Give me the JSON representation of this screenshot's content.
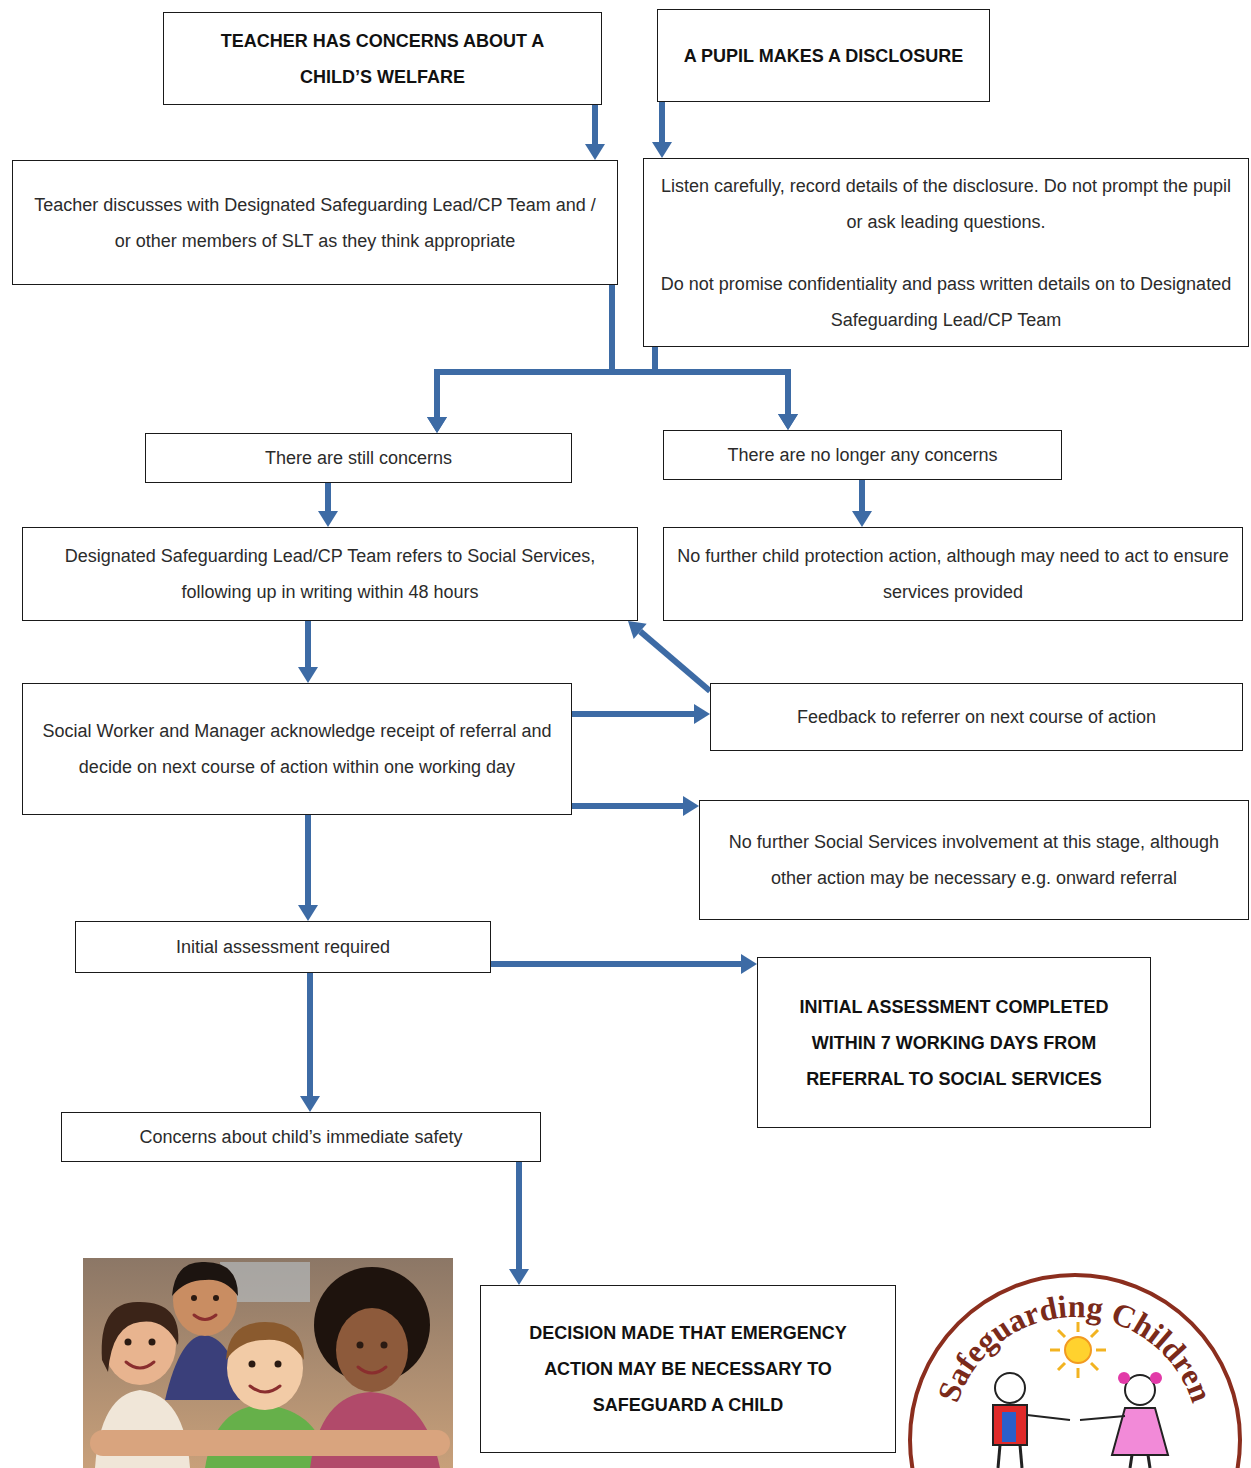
{
  "diagram": {
    "nodes": [
      {
        "text": [
          "TEACHER HAS CONCERNS ABOUT A CHILD’S WELFARE"
        ]
      },
      {
        "text": [
          "A PUPIL MAKES A DISCLOSURE"
        ]
      },
      {
        "text": [
          "Teacher discusses with Designated Safeguarding Lead/CP Team and / or other members of SLT as they think appropriate"
        ]
      },
      {
        "text": [
          "Listen carefully, record details of the disclosure. Do not prompt the pupil or ask leading questions.",
          "Do not promise confidentiality and pass written details on to Designated Safeguarding Lead/CP Team"
        ]
      },
      {
        "text": [
          "There are still concerns"
        ]
      },
      {
        "text": [
          "There are no longer any concerns"
        ]
      },
      {
        "text": [
          "Designated Safeguarding Lead/CP Team refers to Social Services, following up in writing within 48 hours"
        ]
      },
      {
        "text": [
          "No further child protection action, although may need to act to ensure services provided"
        ]
      },
      {
        "text": [
          "Social Worker and Manager acknowledge receipt of referral and decide on next course of action within one working day"
        ]
      },
      {
        "text": [
          "Feedback to referrer on next course of action"
        ]
      },
      {
        "text": [
          "No further Social Services involvement at this stage, although other action may be necessary e.g. onward referral"
        ]
      },
      {
        "text": [
          "Initial assessment required"
        ]
      },
      {
        "text": [
          "INITIAL ASSESSMENT COMPLETED WITHIN 7 WORKING DAYS FROM REFERRAL TO SOCIAL SERVICES"
        ]
      },
      {
        "text": [
          "Concerns about child’s immediate safety"
        ]
      },
      {
        "text": [
          "DECISION MADE THAT EMERGENCY ACTION MAY BE NECESSARY TO SAFEGUARD A CHILD"
        ]
      }
    ],
    "edges": [
      {
        "from": 0,
        "to": 2,
        "arrow": "to"
      },
      {
        "from": 1,
        "to": 3,
        "arrow": "to"
      },
      {
        "from": 2,
        "to": 4,
        "arrow": "to"
      },
      {
        "from": 2,
        "to": 5,
        "arrow": "to"
      },
      {
        "from": 3,
        "to": 4,
        "arrow": "to"
      },
      {
        "from": 3,
        "to": 5,
        "arrow": "to"
      },
      {
        "from": 4,
        "to": 6,
        "arrow": "to"
      },
      {
        "from": 5,
        "to": 7,
        "arrow": "to"
      },
      {
        "from": 6,
        "to": 8,
        "arrow": "to"
      },
      {
        "from": 8,
        "to": 9,
        "arrow": "to"
      },
      {
        "from": 9,
        "to": 6,
        "arrow": "to"
      },
      {
        "from": 8,
        "to": 10,
        "arrow": "to"
      },
      {
        "from": 8,
        "to": 11,
        "arrow": "to"
      },
      {
        "from": 11,
        "to": 12,
        "arrow": "to"
      },
      {
        "from": 11,
        "to": 13,
        "arrow": "to"
      },
      {
        "from": 13,
        "to": 14,
        "arrow": "to"
      }
    ],
    "labels": [
      "Safeguarding Children"
    ]
  }
}
